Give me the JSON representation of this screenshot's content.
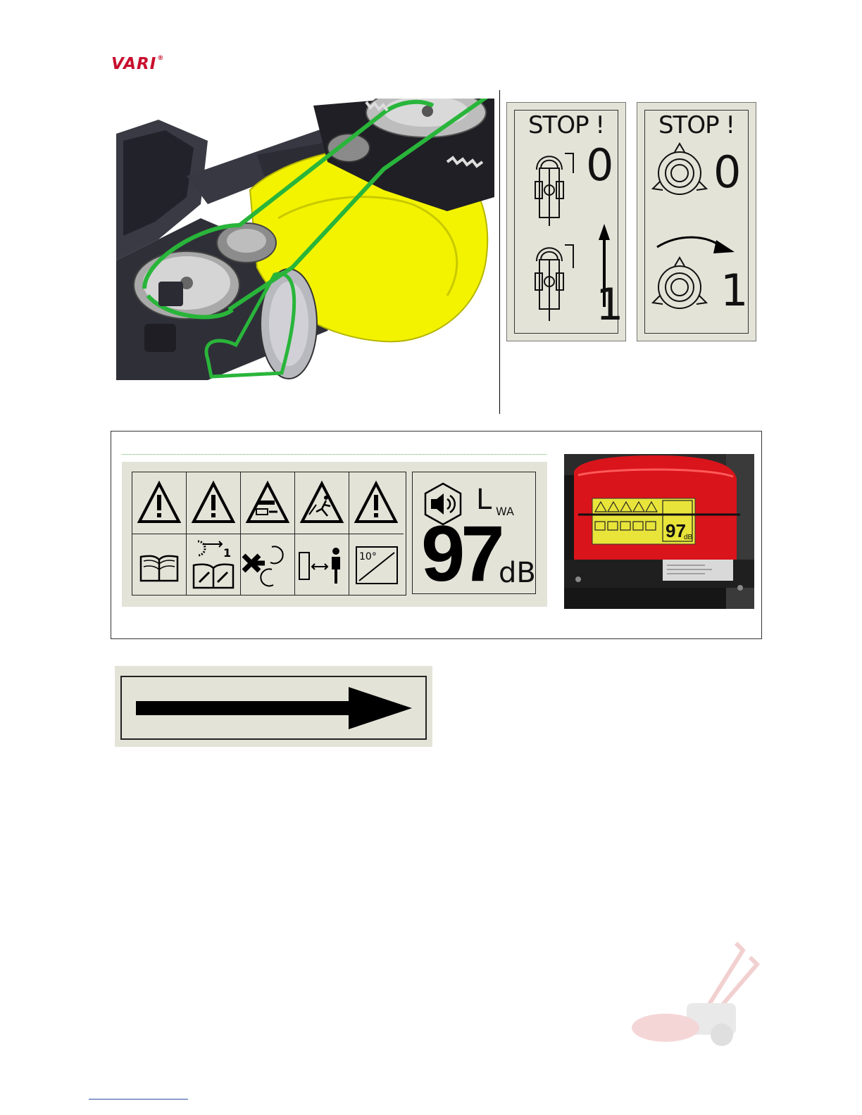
{
  "header": {
    "logo_text": "VARI",
    "logo_mark": "®"
  },
  "stop_labels": [
    {
      "title": "STOP !",
      "state_off": "0",
      "state_on": "1"
    },
    {
      "title": "STOP !",
      "state_off": "0",
      "state_on": "1"
    }
  ],
  "safety_decal": {
    "top_row_icons": [
      "warning-triangle-icon",
      "warning-triangle-icon",
      "crush-hazard-triangle-icon",
      "thrown-objects-triangle-icon",
      "warning-triangle-icon"
    ],
    "bottom_row_icons": [
      "read-manual-icon",
      "maintenance-manual-icon",
      "rotating-parts-icon",
      "keep-distance-icon",
      "slope-limit-icon"
    ],
    "maintenance_step": "1",
    "slope_angle": "10°",
    "noise": {
      "symbol": "L",
      "subscript": "WA",
      "value": "97",
      "unit": "dB"
    }
  },
  "machine_photo": {
    "decal_value": "97",
    "decal_unit": "dB"
  },
  "colors": {
    "logo": "#c8102e",
    "belt": "#29b53a",
    "deck": "#f2f200",
    "decal_bg": "#e3e3d8",
    "machine_red": "#d9141a",
    "decal_yellow": "#e8e43a"
  }
}
